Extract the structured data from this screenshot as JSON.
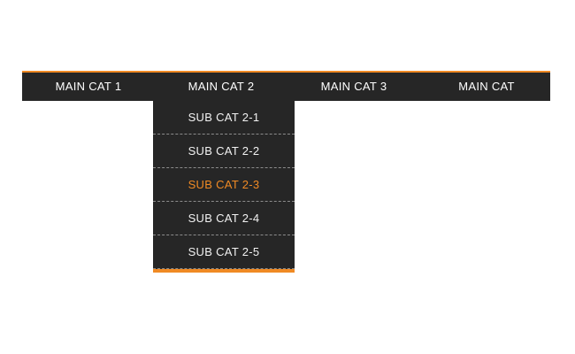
{
  "theme": {
    "accent_color": "#f08a24",
    "bar_background": "#262626",
    "bar_text_color": "#ffffff",
    "separator_color": "#8c8c8c",
    "page_background": "#ffffff"
  },
  "navbar": {
    "items": [
      {
        "label": "MAIN CAT 1",
        "state": "default"
      },
      {
        "label": "MAIN CAT 2",
        "state": "open"
      },
      {
        "label": "MAIN CAT 3",
        "state": "default"
      },
      {
        "label": "MAIN CAT",
        "state": "default"
      }
    ]
  },
  "dropdown": {
    "parent": "MAIN CAT 2",
    "items": [
      {
        "label": "SUB CAT 2-1",
        "state": "default"
      },
      {
        "label": "SUB CAT 2-2",
        "state": "default"
      },
      {
        "label": "SUB CAT 2-3",
        "state": "active"
      },
      {
        "label": "SUB CAT 2-4",
        "state": "default"
      },
      {
        "label": "SUB CAT 2-5",
        "state": "default"
      }
    ]
  }
}
